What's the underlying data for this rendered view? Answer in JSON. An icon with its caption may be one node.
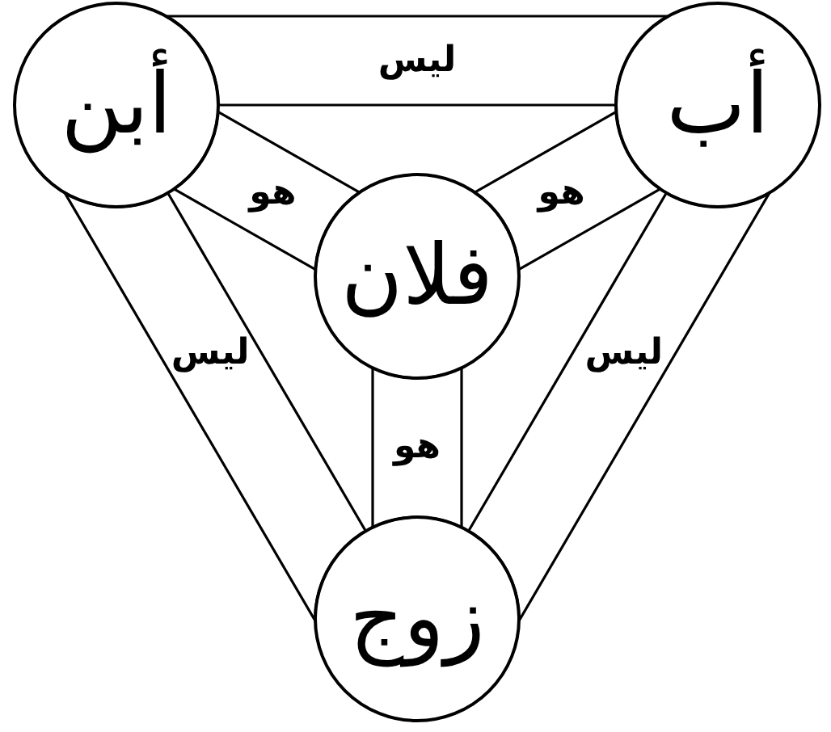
{
  "diagram": {
    "nodes": [
      {
        "text": [
          "أب"
        ]
      },
      {
        "text": [
          "أبن"
        ]
      },
      {
        "text": [
          "فلان"
        ]
      },
      {
        "text": [
          "زوج"
        ]
      }
    ],
    "edges": [
      {
        "from": 0,
        "to": 1,
        "arrow": "none",
        "label": "ليس"
      },
      {
        "from": 1,
        "to": 3,
        "arrow": "none",
        "label": "ليس"
      },
      {
        "from": 0,
        "to": 3,
        "arrow": "none",
        "label": "ليس"
      },
      {
        "from": 1,
        "to": 2,
        "arrow": "none",
        "label": "هو"
      },
      {
        "from": 0,
        "to": 2,
        "arrow": "none",
        "label": "هو"
      },
      {
        "from": 3,
        "to": 2,
        "arrow": "none",
        "label": "هو"
      }
    ]
  }
}
